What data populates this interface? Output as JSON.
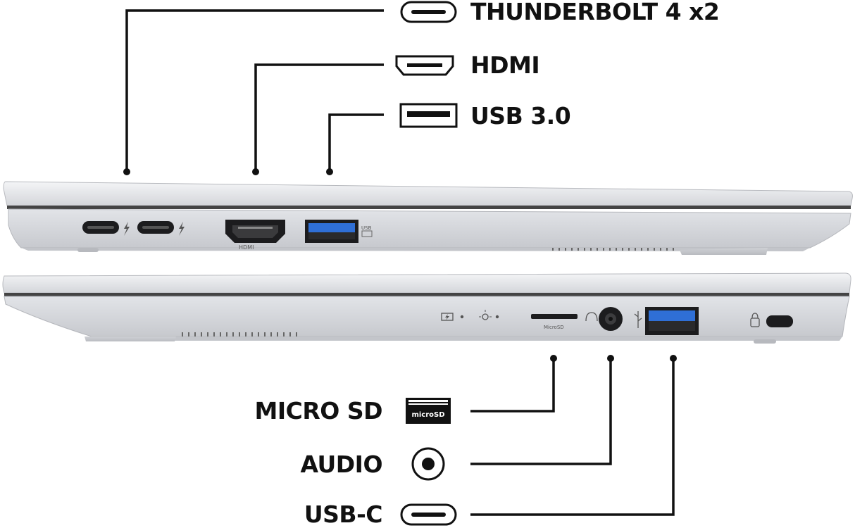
{
  "callouts": {
    "top": [
      {
        "label": "THUNDERBOLT 4 x2",
        "icon": "usb-c-port-icon"
      },
      {
        "label": "HDMI",
        "icon": "hdmi-port-icon"
      },
      {
        "label": "USB 3.0",
        "icon": "usb-a-port-icon"
      }
    ],
    "bottom": [
      {
        "label": "MICRO SD",
        "icon": "microsd-card-icon"
      },
      {
        "label": "AUDIO",
        "icon": "audio-jack-icon"
      },
      {
        "label": "USB-C",
        "icon": "usb-c-port-icon"
      }
    ]
  },
  "laptop": {
    "color": "#d9dbdf",
    "port_marks": {
      "hdmi": "HDMI",
      "usb": "USB",
      "microsd": "MicroSD",
      "microsd_badge": "microSD"
    },
    "usb_port_accent": "#2f6fd6"
  }
}
